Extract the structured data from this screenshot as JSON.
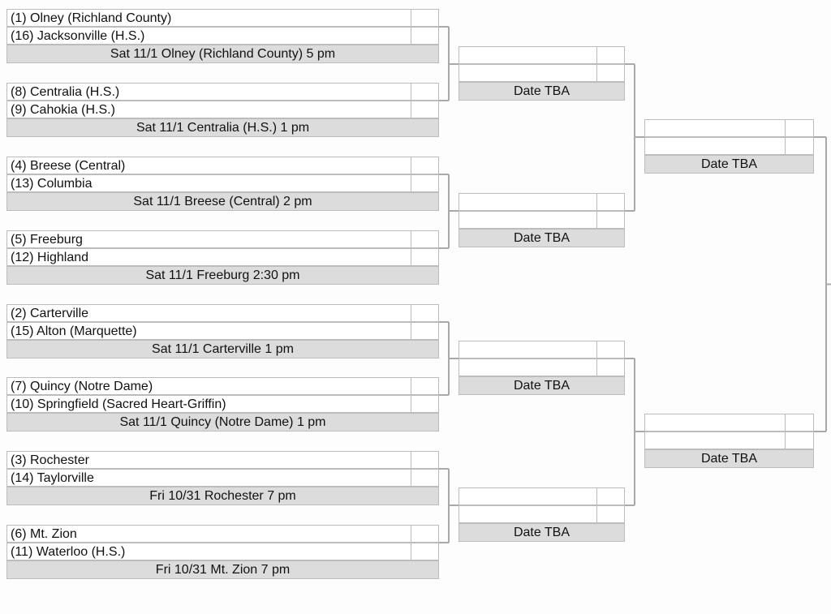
{
  "round1": [
    {
      "team1": "(1) Olney (Richland County)",
      "team2": "(16) Jacksonville (H.S.)",
      "info": "Sat 11/1 Olney (Richland County) 5 pm"
    },
    {
      "team1": "(8) Centralia (H.S.)",
      "team2": "(9) Cahokia (H.S.)",
      "info": "Sat 11/1 Centralia (H.S.) 1 pm"
    },
    {
      "team1": "(4) Breese (Central)",
      "team2": "(13) Columbia",
      "info": "Sat 11/1 Breese (Central) 2 pm"
    },
    {
      "team1": "(5) Freeburg",
      "team2": "(12) Highland",
      "info": "Sat 11/1 Freeburg 2:30 pm"
    },
    {
      "team1": "(2) Carterville",
      "team2": "(15) Alton (Marquette)",
      "info": "Sat 11/1 Carterville 1 pm"
    },
    {
      "team1": "(7) Quincy (Notre Dame)",
      "team2": "(10) Springfield (Sacred Heart-Griffin)",
      "info": "Sat 11/1 Quincy (Notre Dame) 1 pm"
    },
    {
      "team1": "(3) Rochester",
      "team2": "(14) Taylorville",
      "info": "Fri 10/31 Rochester 7 pm"
    },
    {
      "team1": "(6) Mt. Zion",
      "team2": "(11) Waterloo (H.S.)",
      "info": "Fri 10/31 Mt. Zion 7 pm"
    }
  ],
  "round2": [
    {
      "team1": "",
      "team2": "",
      "info": "Date TBA"
    },
    {
      "team1": "",
      "team2": "",
      "info": "Date TBA"
    },
    {
      "team1": "",
      "team2": "",
      "info": "Date TBA"
    },
    {
      "team1": "",
      "team2": "",
      "info": "Date TBA"
    }
  ],
  "round3": [
    {
      "team1": "",
      "team2": "",
      "info": "Date TBA"
    },
    {
      "team1": "",
      "team2": "",
      "info": "Date TBA"
    }
  ]
}
